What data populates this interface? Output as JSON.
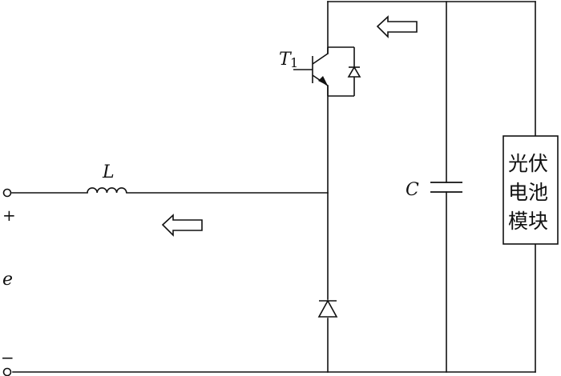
{
  "labels": {
    "terminal_plus": "+",
    "terminal_minus": "−",
    "source": "e",
    "inductor": "L",
    "transistor_main": "T",
    "transistor_sub": "1",
    "capacitor": "C"
  },
  "module": {
    "lines": [
      "光伏",
      "电池",
      "模块"
    ]
  }
}
